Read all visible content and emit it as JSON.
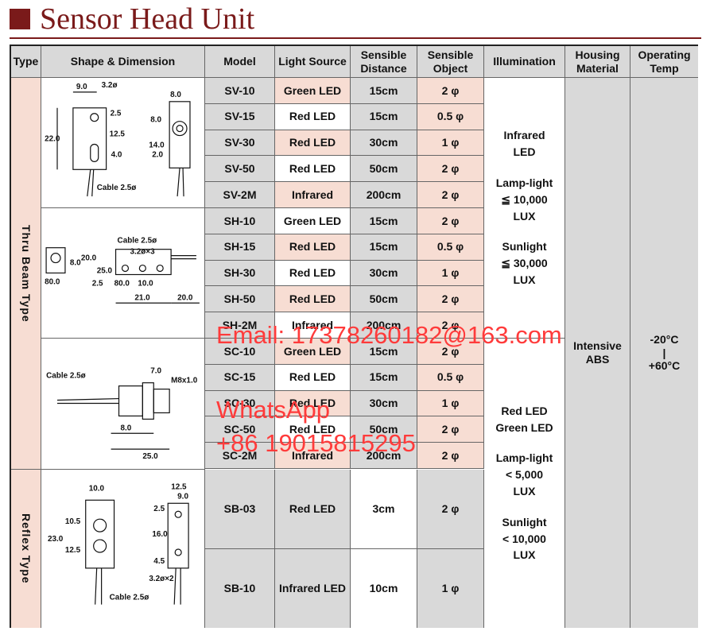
{
  "title": "Sensor Head Unit",
  "headers": {
    "type": "Type",
    "shape": "Shape & Dimension",
    "model": "Model",
    "light_source": "Light Source",
    "sensible_distance": "Sensible Distance",
    "sensible_object": "Sensible Object",
    "illumination": "Illumination",
    "housing": "Housing Material",
    "temp": "Operating Temp"
  },
  "types": {
    "thru": "Thru  Beam  Type",
    "reflex": "Reflex  Type"
  },
  "rows": [
    {
      "model": "SV-10",
      "light": "Green LED",
      "distance": "15cm",
      "object": "2 φ"
    },
    {
      "model": "SV-15",
      "light": "Red LED",
      "distance": "15cm",
      "object": "0.5 φ"
    },
    {
      "model": "SV-30",
      "light": "Red LED",
      "distance": "30cm",
      "object": "1 φ"
    },
    {
      "model": "SV-50",
      "light": "Red LED",
      "distance": "50cm",
      "object": "2 φ"
    },
    {
      "model": "SV-2M",
      "light": "Infrared",
      "distance": "200cm",
      "object": "2 φ"
    },
    {
      "model": "SH-10",
      "light": "Green LED",
      "distance": "15cm",
      "object": "2 φ"
    },
    {
      "model": "SH-15",
      "light": "Red LED",
      "distance": "15cm",
      "object": "0.5 φ"
    },
    {
      "model": "SH-30",
      "light": "Red LED",
      "distance": "30cm",
      "object": "1 φ"
    },
    {
      "model": "SH-50",
      "light": "Red LED",
      "distance": "50cm",
      "object": "2 φ"
    },
    {
      "model": "SH-2M",
      "light": "Infrared",
      "distance": "200cm",
      "object": "2 φ"
    },
    {
      "model": "SC-10",
      "light": "Green LED",
      "distance": "15cm",
      "object": "2 φ"
    },
    {
      "model": "SC-15",
      "light": "Red LED",
      "distance": "15cm",
      "object": "0.5 φ"
    },
    {
      "model": "SC-30",
      "light": "Red LED",
      "distance": "30cm",
      "object": "1 φ"
    },
    {
      "model": "SC-50",
      "light": "Red LED",
      "distance": "50cm",
      "object": "2 φ"
    },
    {
      "model": "SC-2M",
      "light": "Infrared",
      "distance": "200cm",
      "object": "2 φ"
    },
    {
      "model": "SB-03",
      "light": "Red LED",
      "distance": "3cm",
      "object": "2 φ"
    },
    {
      "model": "SB-10",
      "light": "Infrared LED",
      "distance": "10cm",
      "object": "1 φ"
    }
  ],
  "illumination": [
    "Infrared",
    "LED",
    "",
    "Lamp-light",
    "≦ 10,000",
    "LUX",
    "",
    "Sunlight",
    "≦ 30,000",
    "LUX"
  ],
  "illumination2": [
    "Red LED",
    "Green LED",
    "",
    "Lamp-light",
    "< 5,000",
    "LUX",
    "",
    "Sunlight",
    "< 10,000",
    "LUX"
  ],
  "housing": [
    "Intensive",
    "ABS"
  ],
  "temp": [
    "-20°C",
    "|",
    "+60°C"
  ],
  "drawings": {
    "sv": {
      "d1": "9.0",
      "d2": "3.2ø",
      "d3": "2.5",
      "d4": "22.0",
      "d5": "12.5",
      "d6": "4.0",
      "d7": "8.0",
      "d8": "8.0",
      "d9": "14.0",
      "d10": "2.0",
      "cable": "Cable 2.5ø"
    },
    "sh": {
      "cable": "Cable 2.5ø",
      "holes": "3.2ø×3",
      "d1": "20.0",
      "d2": "8.0",
      "d3": "25.0",
      "d4": "80.0",
      "d5": "2.5",
      "d6": "80.0",
      "d7": "10.0",
      "d8": "21.0",
      "d9": "20.0"
    },
    "sc": {
      "cable": "Cable 2.5ø",
      "d1": "7.0",
      "thread": "M8x1.0",
      "d2": "8.0",
      "d3": "25.0"
    },
    "sb": {
      "d1": "10.0",
      "d2": "12.5",
      "d3": "9.0",
      "d4": "10.5",
      "d5": "23.0",
      "d6": "12.5",
      "d7": "2.5",
      "d8": "16.0",
      "d9": "4.5",
      "holes": "3.2ø×2",
      "cable": "Cable 2.5ø"
    }
  },
  "watermark": {
    "email": "Email: 17378260182@163.com",
    "whatsapp": "WhatsApp",
    "phone": "+86 19015815295"
  }
}
